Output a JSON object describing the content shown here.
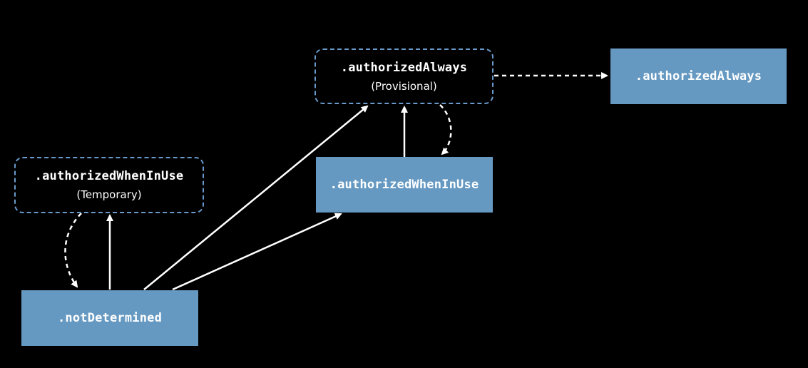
{
  "nodes": {
    "temp_when_in_use": {
      "label": ".authorizedWhenInUse",
      "note": "(Temporary)"
    },
    "provisional_always": {
      "label": ".authorizedAlways",
      "note": "(Provisional)"
    },
    "always": {
      "label": ".authorizedAlways"
    },
    "when_in_use": {
      "label": ".authorizedWhenInUse"
    },
    "not_determined": {
      "label": ".notDetermined"
    }
  },
  "colors": {
    "background": "#000000",
    "solid_fill": "#6699c2",
    "dashed_border": "#6a9acb",
    "text": "#ffffff",
    "arrow": "#ffffff"
  }
}
